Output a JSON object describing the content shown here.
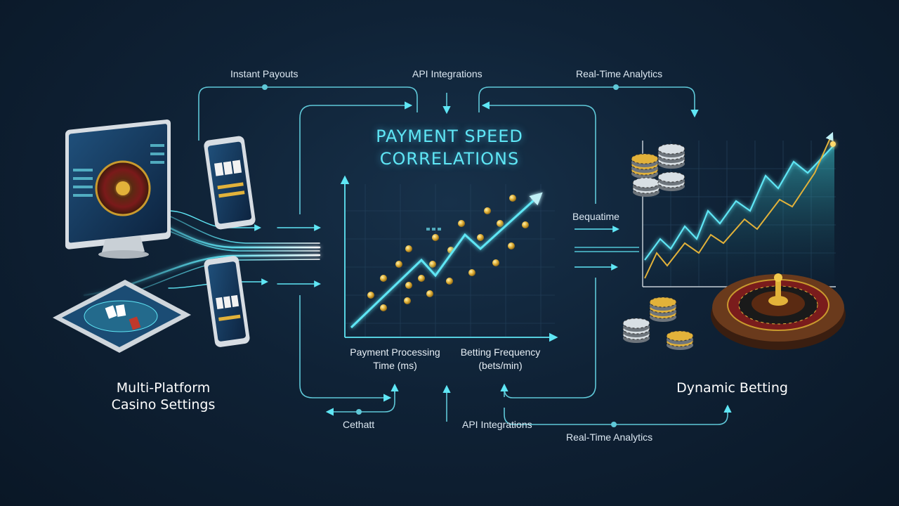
{
  "title": {
    "line1": "PAYMENT SPEED",
    "line2": "CORRELATIONS"
  },
  "top_labels": {
    "instant_payouts": "Instant Payouts",
    "api_integrations": "API Integrations",
    "real_time_analytics": "Real-Time Analytics"
  },
  "right_label": "Bequatime",
  "bottom_labels": {
    "cethatt": "Cethatt",
    "api_integrations": "API Integrations",
    "real_time_analytics": "Real-Time Analytics"
  },
  "axes": {
    "x_label_line1": "Payment Processing",
    "x_label_line2": "Time (ms)",
    "y_label_line1": "Betting Frequency",
    "y_label_line2": "(bets/min)"
  },
  "left_panel": {
    "line1": "Multi-Platform",
    "line2": "Casino Settings"
  },
  "right_panel": {
    "title": "Dynamic Betting"
  },
  "colors": {
    "accent_cyan": "#5fe6f5",
    "gold": "#e2b23a",
    "background": "#0f2236"
  },
  "icons": [
    "desktop-monitor-icon",
    "tablet-icon",
    "smartphone-icon",
    "casino-chip-icon",
    "roulette-wheel-icon"
  ]
}
